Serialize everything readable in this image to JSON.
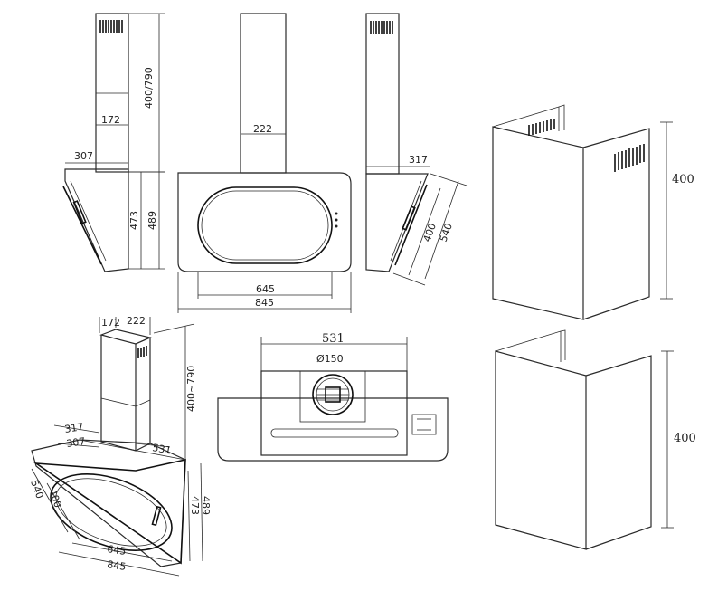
{
  "front_view": {
    "chimney_width": "222",
    "width_inner": "645",
    "width_total": "845"
  },
  "left_side_view": {
    "chimney_depth": "172",
    "chimney_height": "400/790",
    "canopy_depth": "307",
    "canopy_height_inner": "473",
    "canopy_height_total": "489"
  },
  "right_side_view": {
    "canopy_depth": "317",
    "glass_inner": "400",
    "glass_outer": "540"
  },
  "iso_view": {
    "chimney_depth": "172",
    "chimney_width": "222",
    "chimney_height": "400~790",
    "depth_outer": "317",
    "depth_inner": "307",
    "diag": "531",
    "side_outer": "540",
    "side_inner": "400",
    "height_inner": "473",
    "height_outer": "489",
    "width_inner": "645",
    "width_total": "845"
  },
  "top_view": {
    "width": "531",
    "outlet": "Ø150"
  },
  "extension_top": {
    "height": "400"
  },
  "extension_bottom": {
    "height": "400"
  }
}
